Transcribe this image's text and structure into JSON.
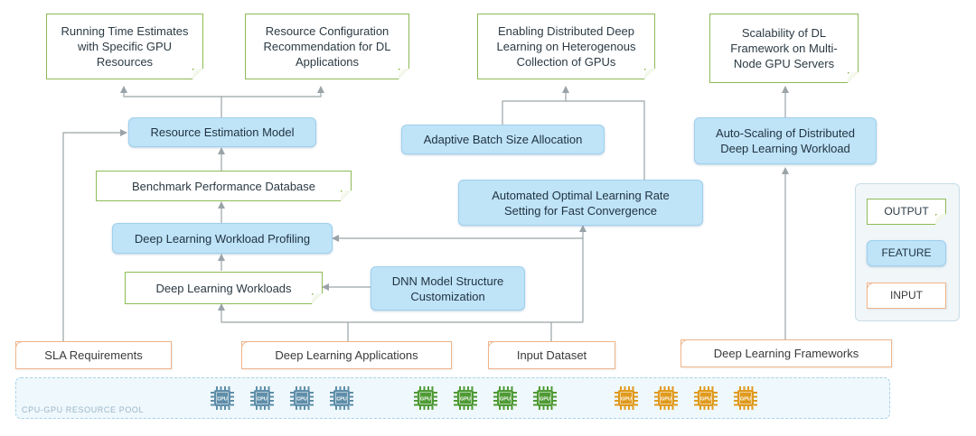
{
  "outputs": [
    {
      "id": "running_time",
      "label": "Running Time Estimates with Specific GPU Resources"
    },
    {
      "id": "resource_config",
      "label": "Resource Configuration Recommendation for DL Applications"
    },
    {
      "id": "distributed_hetero",
      "label": "Enabling Distributed Deep Learning on Heterogenous Collection of GPUs"
    },
    {
      "id": "scalability",
      "label": "Scalability of DL Framework on Multi-Node GPU Servers"
    },
    {
      "id": "benchmark_db",
      "label": "Benchmark Performance Database"
    },
    {
      "id": "dl_workloads",
      "label": "Deep Learning Workloads"
    }
  ],
  "features": [
    {
      "id": "resource_estimation",
      "label": "Resource Estimation Model"
    },
    {
      "id": "adaptive_batch",
      "label": "Adaptive Batch Size Allocation"
    },
    {
      "id": "auto_scaling",
      "label": "Auto-Scaling of Distributed Deep Learning Workload"
    },
    {
      "id": "auto_lr",
      "label": "Automated Optimal Learning Rate Setting for Fast Convergence"
    },
    {
      "id": "profiling",
      "label": "Deep Learning Workload Profiling"
    },
    {
      "id": "dnn_custom",
      "label": "DNN Model Structure Customization"
    }
  ],
  "inputs": [
    {
      "id": "sla",
      "label": "SLA Requirements"
    },
    {
      "id": "dl_apps",
      "label": "Deep Learning Applications"
    },
    {
      "id": "input_dataset",
      "label": "Input Dataset"
    },
    {
      "id": "dl_frameworks",
      "label": "Deep Learning Frameworks"
    }
  ],
  "pool": {
    "label": "CPU-GPU RESOURCE POOL",
    "chip_groups": [
      {
        "type": "CPU",
        "count": 4,
        "color": "#5f8ea9"
      },
      {
        "type": "GPU",
        "count": 4,
        "color": "#4f9a35"
      },
      {
        "type": "GPU",
        "count": 4,
        "color": "#e09a1e"
      }
    ]
  },
  "legend": {
    "output": "OUTPUT",
    "feature": "FEATURE",
    "input": "INPUT"
  },
  "colors": {
    "output_border": "#8dbb55",
    "feature_fill": "#bfe3f7",
    "input_border": "#f0b48a",
    "arrow": "#9aa3a8"
  }
}
